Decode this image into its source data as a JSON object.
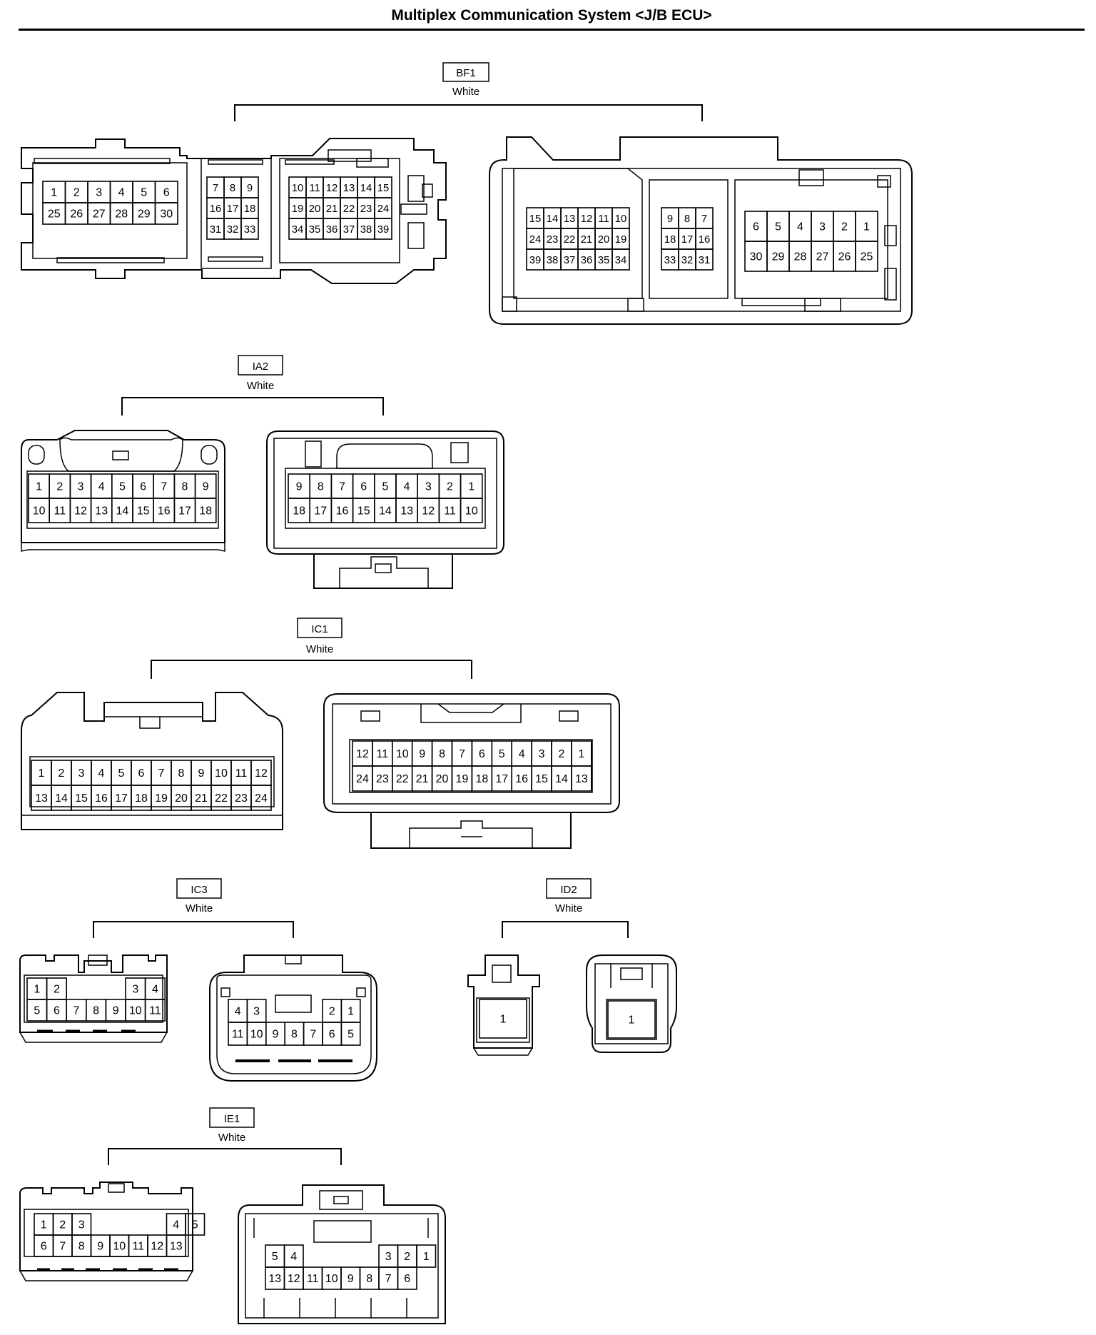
{
  "title": "Multiplex Communication System <J/B ECU>",
  "connectors": [
    {
      "id": "BF1",
      "color": "White",
      "views": [
        {
          "blocks": [
            {
              "rows": [
                [
                  "1",
                  "2",
                  "3",
                  "4",
                  "5",
                  "6"
                ],
                [
                  "25",
                  "26",
                  "27",
                  "28",
                  "29",
                  "30"
                ]
              ]
            },
            {
              "rows": [
                [
                  "7",
                  "8",
                  "9"
                ],
                [
                  "16",
                  "17",
                  "18"
                ],
                [
                  "31",
                  "32",
                  "33"
                ]
              ]
            },
            {
              "rows": [
                [
                  "10",
                  "11",
                  "12",
                  "13",
                  "14",
                  "15"
                ],
                [
                  "19",
                  "20",
                  "21",
                  "22",
                  "23",
                  "24"
                ],
                [
                  "34",
                  "35",
                  "36",
                  "37",
                  "38",
                  "39"
                ]
              ]
            }
          ]
        },
        {
          "blocks": [
            {
              "rows": [
                [
                  "15",
                  "14",
                  "13",
                  "12",
                  "11",
                  "10"
                ],
                [
                  "24",
                  "23",
                  "22",
                  "21",
                  "20",
                  "19"
                ],
                [
                  "39",
                  "38",
                  "37",
                  "36",
                  "35",
                  "34"
                ]
              ]
            },
            {
              "rows": [
                [
                  "9",
                  "8",
                  "7"
                ],
                [
                  "18",
                  "17",
                  "16"
                ],
                [
                  "33",
                  "32",
                  "31"
                ]
              ]
            },
            {
              "rows": [
                [
                  "6",
                  "5",
                  "4",
                  "3",
                  "2",
                  "1"
                ],
                [
                  "30",
                  "29",
                  "28",
                  "27",
                  "26",
                  "25"
                ]
              ]
            }
          ]
        }
      ]
    },
    {
      "id": "IA2",
      "color": "White",
      "views": [
        {
          "blocks": [
            {
              "rows": [
                [
                  "1",
                  "2",
                  "3",
                  "4",
                  "5",
                  "6",
                  "7",
                  "8",
                  "9"
                ],
                [
                  "10",
                  "11",
                  "12",
                  "13",
                  "14",
                  "15",
                  "16",
                  "17",
                  "18"
                ]
              ]
            }
          ]
        },
        {
          "blocks": [
            {
              "rows": [
                [
                  "9",
                  "8",
                  "7",
                  "6",
                  "5",
                  "4",
                  "3",
                  "2",
                  "1"
                ],
                [
                  "18",
                  "17",
                  "16",
                  "15",
                  "14",
                  "13",
                  "12",
                  "11",
                  "10"
                ]
              ]
            }
          ]
        }
      ]
    },
    {
      "id": "IC1",
      "color": "White",
      "views": [
        {
          "blocks": [
            {
              "rows": [
                [
                  "1",
                  "2",
                  "3",
                  "4",
                  "5",
                  "6",
                  "7",
                  "8",
                  "9",
                  "10",
                  "11",
                  "12"
                ],
                [
                  "13",
                  "14",
                  "15",
                  "16",
                  "17",
                  "18",
                  "19",
                  "20",
                  "21",
                  "22",
                  "23",
                  "24"
                ]
              ]
            }
          ]
        },
        {
          "blocks": [
            {
              "rows": [
                [
                  "12",
                  "11",
                  "10",
                  "9",
                  "8",
                  "7",
                  "6",
                  "5",
                  "4",
                  "3",
                  "2",
                  "1"
                ],
                [
                  "24",
                  "23",
                  "22",
                  "21",
                  "20",
                  "19",
                  "18",
                  "17",
                  "16",
                  "15",
                  "14",
                  "13"
                ]
              ]
            }
          ]
        }
      ]
    },
    {
      "id": "IC3",
      "color": "White",
      "views": [
        {
          "blocks": [
            {
              "rows": [
                [
                  "1",
                  "2",
                  "",
                  "",
                  "",
                  "3",
                  "4"
                ],
                [
                  "5",
                  "6",
                  "7",
                  "8",
                  "9",
                  "10",
                  "11"
                ]
              ]
            }
          ]
        },
        {
          "blocks": [
            {
              "rows": [
                [
                  "4",
                  "3",
                  "",
                  "",
                  "",
                  "2",
                  "1"
                ],
                [
                  "11",
                  "10",
                  "9",
                  "8",
                  "7",
                  "6",
                  "5"
                ]
              ]
            }
          ]
        }
      ]
    },
    {
      "id": "ID2",
      "color": "White",
      "views": [
        {
          "blocks": [
            {
              "rows": [
                [
                  "1"
                ]
              ]
            }
          ]
        },
        {
          "blocks": [
            {
              "rows": [
                [
                  "1"
                ]
              ]
            }
          ]
        }
      ]
    },
    {
      "id": "IE1",
      "color": "White",
      "views": [
        {
          "blocks": [
            {
              "rows": [
                [
                  "1",
                  "2",
                  "3",
                  "",
                  "",
                  "",
                  "",
                  "4",
                  "5"
                ],
                [
                  "6",
                  "7",
                  "8",
                  "9",
                  "10",
                  "11",
                  "12",
                  "13"
                ]
              ]
            }
          ]
        },
        {
          "blocks": [
            {
              "rows": [
                [
                  "5",
                  "4",
                  "",
                  "",
                  "",
                  "",
                  "3",
                  "2",
                  "1"
                ],
                [
                  "13",
                  "12",
                  "11",
                  "10",
                  "9",
                  "8",
                  "7",
                  "6"
                ]
              ]
            }
          ]
        }
      ]
    }
  ]
}
